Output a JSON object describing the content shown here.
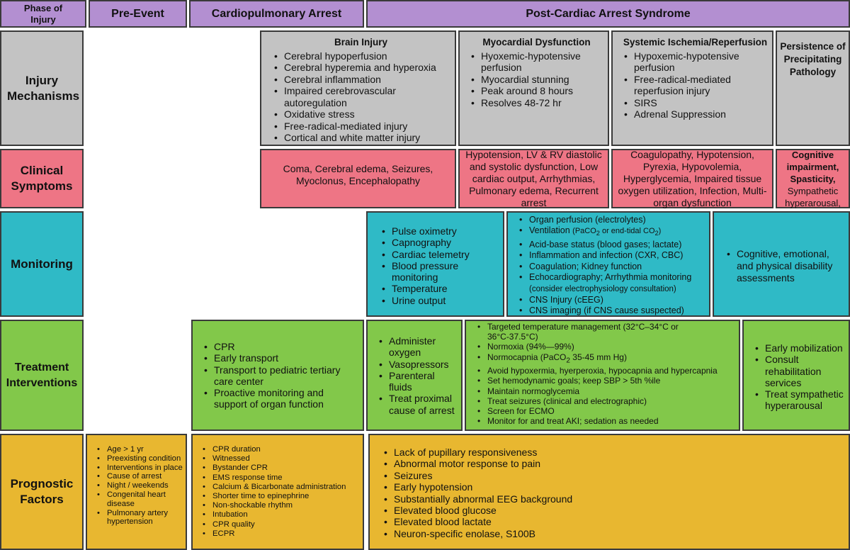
{
  "colors": {
    "phase": "#b38fd1",
    "gray": "#c3c3c3",
    "pink": "#ee7585",
    "teal": "#2fbac6",
    "green": "#82c84a",
    "gold": "#e8b730"
  },
  "phases": {
    "injury": "Phase of Injury",
    "pre": "Pre-Event",
    "cardio": "Cardiopulmonary Arrest",
    "post": "Post-Cardiac Arrest Syndrome"
  },
  "rows": {
    "mechanisms": "Injury Mechanisms",
    "symptoms": "Clinical Symptoms",
    "monitoring": "Monitoring",
    "treatment": "Treatment Interventions",
    "prognostic": "Prognostic Factors"
  },
  "mechanisms": {
    "brain": {
      "title": "Brain Injury",
      "items": [
        "Cerebral hypoperfusion",
        "Cerebral hyperemia and hyperoxia",
        "Cerebral inflammation",
        "Impaired cerebrovascular autoregulation",
        "Oxidative stress",
        "Free-radical-mediated injury",
        "Cortical and white matter injury"
      ]
    },
    "myocardial": {
      "title": "Myocardial Dysfunction",
      "items": [
        "Hyoxemic-hypotensive perfusion",
        "Myocardial stunning",
        "Peak around 8 hours",
        "Resolves 48-72 hr"
      ]
    },
    "systemic": {
      "title": "Systemic Ischemia/Reperfusion",
      "items": [
        "Hypoxemic-hypotensive perfusion",
        "Free-radical-mediated reperfusion injury",
        "SIRS",
        "Adrenal Suppression"
      ]
    },
    "persistence": {
      "title": "Persistence of Precipitating Pathology"
    }
  },
  "symptoms": {
    "brain": "Coma, Cerebral edema, Seizures, Myoclonus,  Encephalopathy",
    "myocardial": "Hypotension, LV & RV diastolic and systolic dysfunction, Low cardiac output, Arrhythmias, Pulmonary edema, Recurrent arrest",
    "systemic": "Coagulopathy, Hypotension, Pyrexia, Hypovolemia, Hyperglycemia, Impaired tissue oxygen utilization, Infection, Multi-organ dysfunction",
    "persistence_bold": "Cognitive impairment, Spasticity,",
    "persistence_rest": "Sympathetic hyperarousal,"
  },
  "monitoring": {
    "early": [
      "Pulse oximetry",
      "Capnography",
      "Cardiac telemetry",
      "Blood pressure monitoring",
      "Temperature",
      "Urine output"
    ],
    "organ": {
      "i0": "Organ perfusion (electrolytes)",
      "ventilation_a": "Ventilation ",
      "ventilation_b": "(PaCO",
      "ventilation_sub1": "2",
      "ventilation_c": " or end-tidal CO",
      "ventilation_sub2": "2",
      "ventilation_d": ")",
      "i2": "Acid-base status (blood gases; lactate)",
      "i3": "Inflammation and infection (CXR, CBC)",
      "i4": "Coagulation; Kidney function",
      "i5": "Echocardiography; Arrhythmia monitoring",
      "i5b": "(consider electrophysiology consultation)",
      "i6": "CNS Injury (cEEG)",
      "i7": "CNS imaging (if CNS cause suspected)"
    },
    "cognitive": "Cognitive, emotional, and physical disability assessments"
  },
  "treatment": {
    "cardio": [
      "CPR",
      "Early transport",
      "Transport to pediatric tertiary care center",
      "Proactive monitoring and support of organ function"
    ],
    "early": [
      "Administer oxygen",
      "Vasopressors",
      "Parenteral fluids",
      "Treat proximal cause of arrest"
    ],
    "post": {
      "i0": "Targeted temperature management (32°C–34°C or",
      "i0b": "36°C-37.5°C)",
      "i1": "Normoxia (94%—99%)",
      "i2a": "Normocapnia (PaCO",
      "i2sub": "2",
      "i2b": " 35-45 mm Hg)",
      "i3": "Avoid hypoxermia, hyerperoxia, hypocapnia and hypercapnia",
      "i4": "Set hemodynamic goals; keep SBP > 5th %ile",
      "i5": "Maintain normoglycemia",
      "i6": "Treat seizures (clinical and electrographic)",
      "i7": "Screen for ECMO",
      "i8": "Monitor for and treat AKI; sedation as needed"
    },
    "rehab": [
      "Early mobilization",
      "Consult rehabilitation services",
      "Treat sympathetic hyperarousal"
    ]
  },
  "prognostic": {
    "pre": [
      "Age > 1 yr",
      "Preexisting condition",
      "Interventions in place",
      "Cause of arrest",
      "Night / weekends",
      "Congenital heart disease",
      "Pulmonary artery hypertension"
    ],
    "cardio": [
      "CPR  duration",
      "Witnessed",
      "Bystander CPR",
      "EMS response time",
      "Calcium & Bicarbonate administration",
      "Shorter time to epinephrine",
      "Non-shockable rhythm",
      "Intubation",
      "CPR quality",
      "ECPR"
    ],
    "post": [
      "Lack of pupillary responsiveness",
      "Abnormal motor response to pain",
      "Seizures",
      "Early hypotension",
      "Substantially abnormal EEG background",
      "Elevated blood glucose",
      "Elevated blood lactate",
      "Neuron-specific enolase, S100B"
    ]
  }
}
